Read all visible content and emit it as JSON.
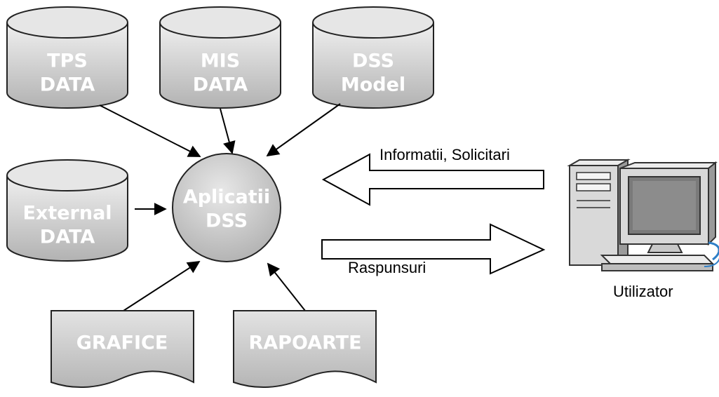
{
  "databases": {
    "tps": {
      "line1": "TPS",
      "line2": "DATA"
    },
    "mis": {
      "line1": "MIS",
      "line2": "DATA"
    },
    "dss": {
      "line1": "DSS",
      "line2": "Model"
    },
    "external": {
      "line1": "External",
      "line2": "DATA"
    }
  },
  "center": {
    "line1": "Aplicatii",
    "line2": "DSS"
  },
  "documents": {
    "grafice": {
      "label": "GRAFICE"
    },
    "rapoarte": {
      "label": "RAPOARTE"
    }
  },
  "flows": {
    "request": {
      "label": "Informatii, Solicitari"
    },
    "response": {
      "label": "Raspunsuri"
    }
  },
  "user": {
    "label": "Utilizator"
  },
  "colors": {
    "shape_fill_top": "#eeeeee",
    "shape_fill_bottom": "#b5b5b5",
    "shape_stroke": "#222222",
    "label_fill": "#ffffff",
    "computer_body": "#d9d9d9",
    "computer_screen": "#7a7a7a",
    "cable": "#2f7fc7"
  }
}
